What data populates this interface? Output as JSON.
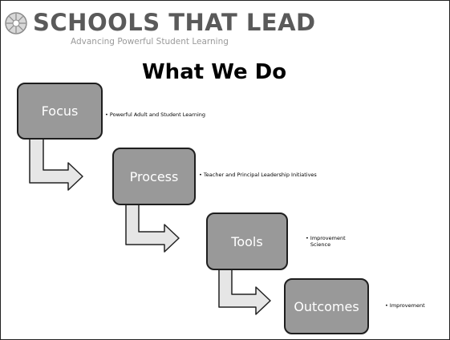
{
  "header": {
    "logo_icon": "seal-icon",
    "logo_title": "SCHOOLS THAT LEAD",
    "logo_tagline": "Advancing Powerful Student Learning",
    "title": "What We Do"
  },
  "colors": {
    "box_fill": "#999999",
    "box_border": "#1e1e1e",
    "arrow_fill": "#e6e6e6",
    "logo_text": "#5a5a5a",
    "tagline_text": "#9a9a9a"
  },
  "steps": [
    {
      "label": "Focus",
      "note": "Powerful Adult and Student Learning"
    },
    {
      "label": "Process",
      "note": "Teacher and Principal Leadership Initiatives"
    },
    {
      "label": "Tools",
      "note": "Improvement Science"
    },
    {
      "label": "Outcomes",
      "note": "Improvement"
    }
  ]
}
